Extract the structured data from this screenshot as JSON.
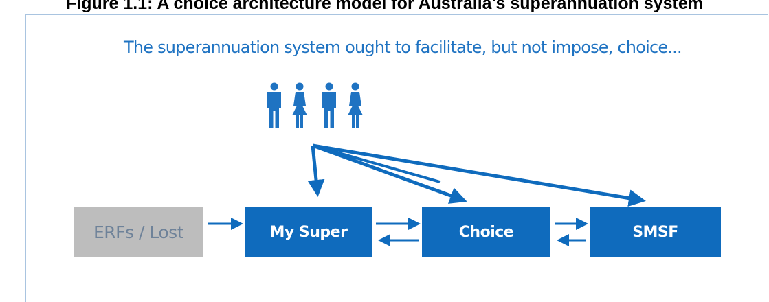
{
  "figure_title": "Figure 1.1: A choice architecture model for Australia's superannuation system",
  "tagline": "The superannuation system ought to facilitate, but not impose, choice...",
  "people_icons": [
    "male-person-icon",
    "female-person-icon",
    "male-person-icon",
    "female-person-icon"
  ],
  "boxes": {
    "erfs": "ERFs / Lost",
    "mysuper": "My Super",
    "choice": "Choice",
    "smsf": "SMSF"
  },
  "colors": {
    "primary_blue": "#0f6bbd",
    "text_blue": "#1f73c2",
    "grey_box": "#bdbdbd",
    "grey_text": "#6e8299"
  }
}
